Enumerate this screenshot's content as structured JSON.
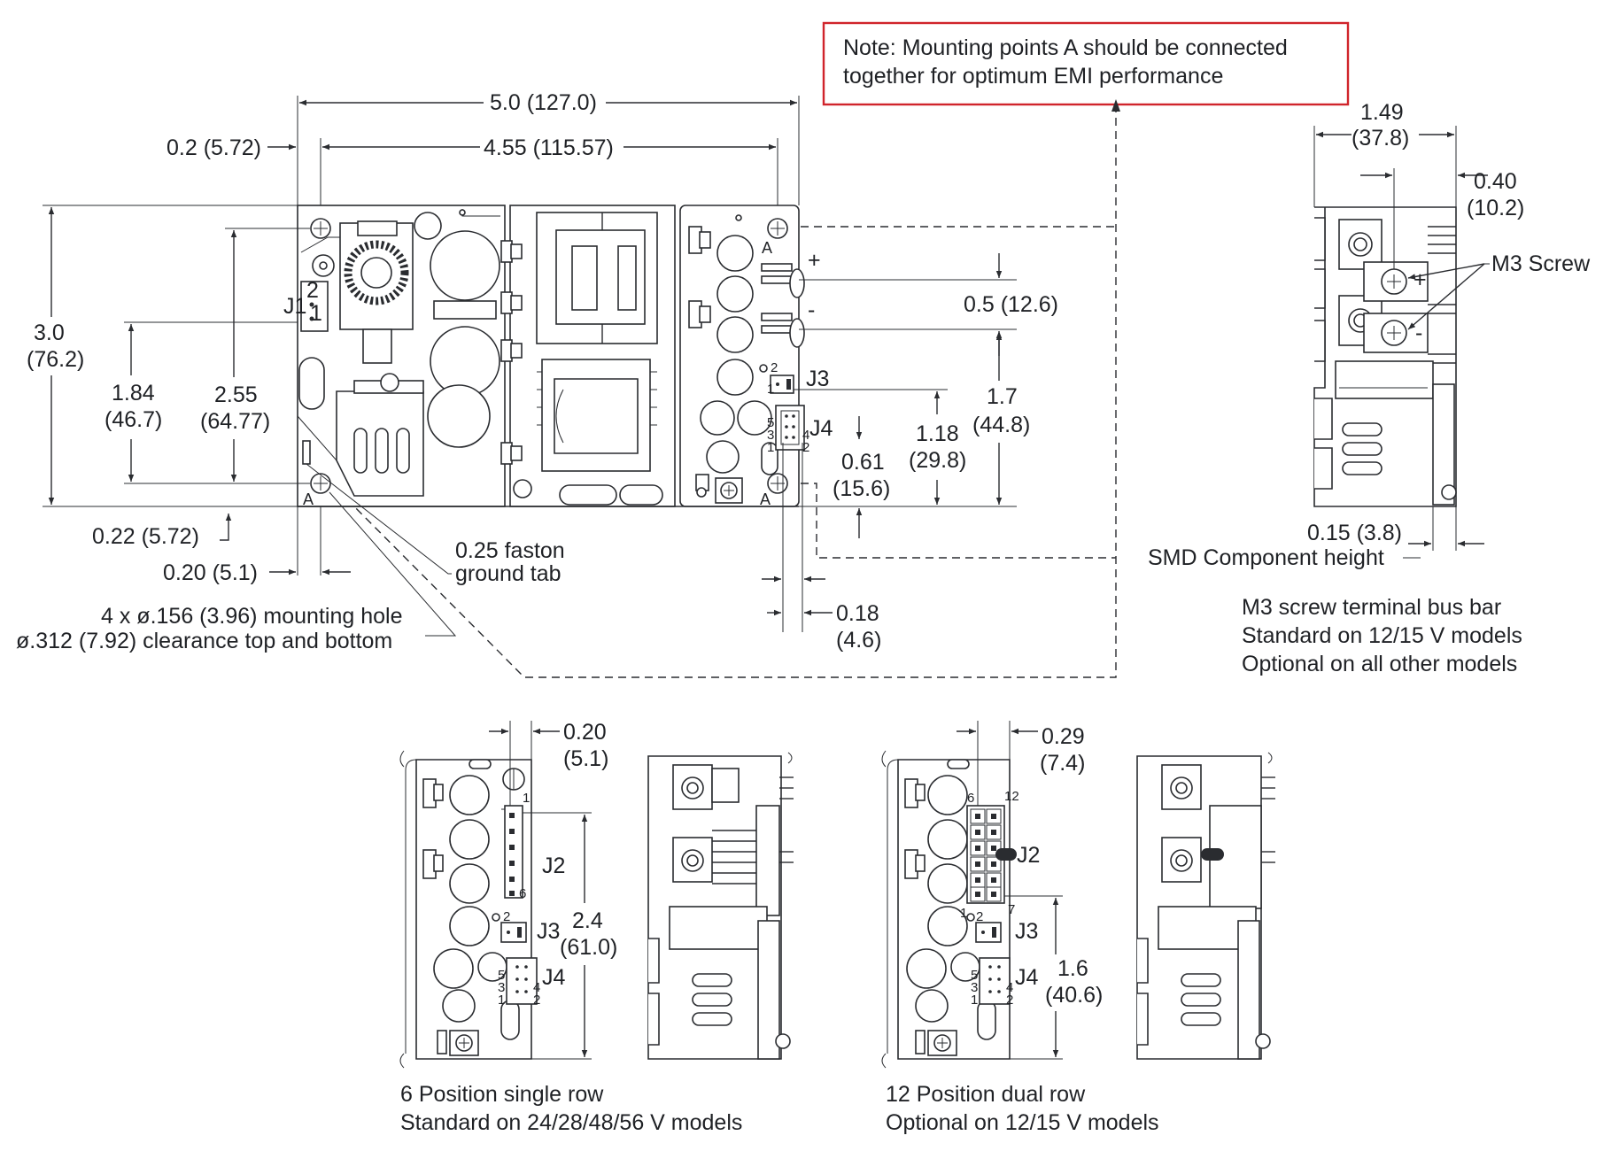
{
  "note": {
    "line1": "Note: Mounting points A should be connected",
    "line2": "together for optimum EMI performance",
    "border_color": "#d0242b"
  },
  "dims": {
    "overall_width": "5.0 (127.0)",
    "hole_span": "4.55 (115.57)",
    "left_offset": "0.2 (5.72)",
    "height": "3.0",
    "height_mm": "(76.2)",
    "h184": "1.84",
    "h184_mm": "(46.7)",
    "h255": "2.55",
    "h255_mm": "(64.77)",
    "bottom_offset": "0.22 (5.72)",
    "tab_offset": "0.20 (5.1)",
    "pitch": "0.5 (12.6)",
    "h17": "1.7",
    "h17_mm": "(44.8)",
    "h118": "1.18",
    "h118_mm": "(29.8)",
    "h061": "0.61",
    "h061_mm": "(15.6)",
    "h018": "0.18",
    "h018_mm": "(4.6)",
    "side_w": "1.49",
    "side_w_mm": "(37.8)",
    "side_040": "0.40",
    "side_040_mm": "(10.2)",
    "smd": "0.15 (3.8)",
    "j2a_020": "0.20",
    "j2a_020_mm": "(5.1)",
    "j2a_24": "2.4",
    "j2a_24_mm": "(61.0)",
    "j2b_029": "0.29",
    "j2b_029_mm": "(7.4)",
    "j2b_16": "1.6",
    "j2b_16_mm": "(40.6)"
  },
  "labels": {
    "faston1": "0.25 faston",
    "faston2": "ground tab",
    "hole1": "4 x ø.156 (3.96) mounting hole",
    "hole2": "ø.312 (7.92) clearance top and bottom",
    "smd_label": "SMD Component height",
    "m3": "M3 Screw",
    "plus": "+",
    "minus": "-",
    "a": "A",
    "j1": "J1",
    "j2": "J2",
    "j3": "J3",
    "j4": "J4",
    "p1": "1",
    "p2": "2",
    "p3": "3",
    "p4": "4",
    "p5": "5",
    "p6": "6",
    "p7": "7",
    "p12": "12"
  },
  "captions": {
    "busbar1": "M3 screw terminal bus bar",
    "busbar2": "Standard on 12/15 V models",
    "busbar3": "Optional on all other models",
    "single1": "6 Position single row",
    "single2": "Standard on 24/28/48/56 V models",
    "dual1": "12 Position dual row",
    "dual2": "Optional on 12/15 V models"
  }
}
